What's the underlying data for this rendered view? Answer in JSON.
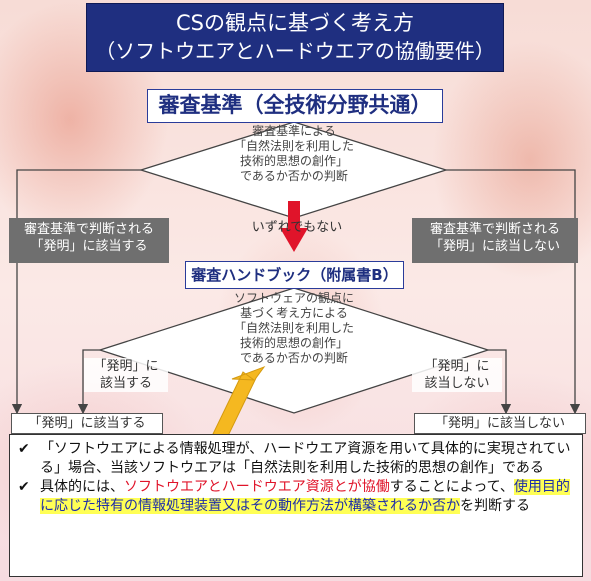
{
  "title": {
    "line1": "CSの観点に基づく考え方",
    "line2": "（ソフトウエアとハードウエアの協働要件）"
  },
  "standard_box": "審査基準（全技術分野共通）",
  "diamond1": {
    "line1": "審査基準による",
    "line2": "「自然法則を利用した",
    "line3": "技術的思想の創作」",
    "line4": "であるか否かの判断"
  },
  "left_outcome1": {
    "line1": "審査基準で判断される",
    "line2": "「発明」に該当する"
  },
  "right_outcome1": {
    "line1": "審査基準で判断される",
    "line2": "「発明」に該当しない"
  },
  "middle_label": "いずれでもない",
  "handbook_box": "審査ハンドブック（附属書B）",
  "diamond2": {
    "line1": "ソフトウェアの観点に",
    "line2": "基づく考え方による",
    "line3": "「自然法則を利用した",
    "line4": "技術的思想の創作」",
    "line5": "であるか否かの判断"
  },
  "left_label2": {
    "line1": "「発明」に",
    "line2": "該当する"
  },
  "right_label2": {
    "line1": "「発明」に",
    "line2": "該当しない"
  },
  "left_final": "「発明」に該当する",
  "right_final": "「発明」に該当しない",
  "bullets": {
    "b1": {
      "text": "「ソフトウエアによる情報処理が、ハードウエア資源を用いて具体的に実現されている」場合、当該ソフトウエアは「自然法則を利用した技術的思想の創作」である"
    },
    "b2": {
      "part1": "具体的には、",
      "part2_red": "ソフトウエアとハードウエア資源とが協働",
      "part3": "することによって、",
      "part4_highlight": "使用目的に応じた特有の情報処理装置又はその動作方法が構築されるか否か",
      "part5": "を判断する"
    }
  },
  "colors": {
    "title_bg": "#1f2f80",
    "box_border": "#2a3c9a",
    "gray_box": "#6f6f6f",
    "red_arrow": "#e0142a",
    "yellow_arrow": "#f5b820",
    "highlight": "#ffff55",
    "emphasis_red": "#e0142a"
  }
}
